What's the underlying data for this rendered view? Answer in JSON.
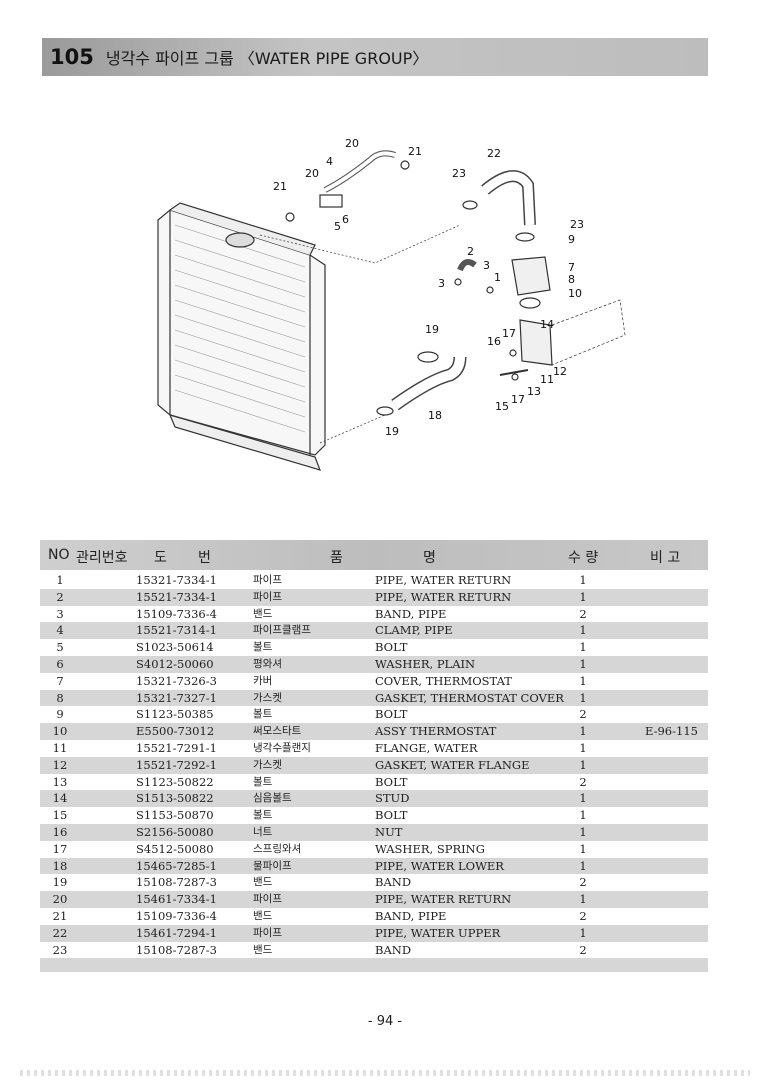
{
  "title": {
    "number": "105",
    "text": "냉각수 파이프 그룹 〈WATER PIPE GROUP〉"
  },
  "diagram": {
    "callouts": [
      "20",
      "21",
      "20",
      "4",
      "21",
      "6",
      "5",
      "22",
      "23",
      "23",
      "9",
      "7",
      "8",
      "10",
      "2",
      "3",
      "3",
      "1",
      "19",
      "17",
      "16",
      "14",
      "12",
      "11",
      "13",
      "15",
      "17",
      "18",
      "19"
    ]
  },
  "table": {
    "headers": {
      "no": "NO",
      "code": "관리번호",
      "part_a": "도",
      "part_b": "번",
      "name_a": "품",
      "name_b": "명",
      "qty": "수 량",
      "remark": "비 고"
    },
    "rows": [
      {
        "no": "1",
        "pn": "15321-7334-1",
        "kr": "파이프",
        "en": "PIPE, WATER RETURN",
        "qty": "1",
        "rm": ""
      },
      {
        "no": "2",
        "pn": "15521-7334-1",
        "kr": "파이프",
        "en": "PIPE, WATER RETURN",
        "qty": "1",
        "rm": ""
      },
      {
        "no": "3",
        "pn": "15109-7336-4",
        "kr": "밴드",
        "en": "BAND, PIPE",
        "qty": "2",
        "rm": ""
      },
      {
        "no": "4",
        "pn": "15521-7314-1",
        "kr": "파이프클램프",
        "en": "CLAMP, PIPE",
        "qty": "1",
        "rm": ""
      },
      {
        "no": "5",
        "pn": "S1023-50614",
        "kr": "볼트",
        "en": "BOLT",
        "qty": "1",
        "rm": ""
      },
      {
        "no": "6",
        "pn": "S4012-50060",
        "kr": "평와셔",
        "en": "WASHER, PLAIN",
        "qty": "1",
        "rm": ""
      },
      {
        "no": "7",
        "pn": "15321-7326-3",
        "kr": "카버",
        "en": "COVER, THERMOSTAT",
        "qty": "1",
        "rm": ""
      },
      {
        "no": "8",
        "pn": "15321-7327-1",
        "kr": "가스켓",
        "en": "GASKET, THERMOSTAT COVER",
        "qty": "1",
        "rm": ""
      },
      {
        "no": "9",
        "pn": "S1123-50385",
        "kr": "볼트",
        "en": "BOLT",
        "qty": "2",
        "rm": ""
      },
      {
        "no": "10",
        "pn": "E5500-73012",
        "kr": "써모스타트",
        "en": "ASSY THERMOSTAT",
        "qty": "1",
        "rm": "E-96-115"
      },
      {
        "no": "11",
        "pn": "15521-7291-1",
        "kr": "냉각수플랜지",
        "en": "FLANGE, WATER",
        "qty": "1",
        "rm": ""
      },
      {
        "no": "12",
        "pn": "15521-7292-1",
        "kr": "가스켓",
        "en": "GASKET, WATER FLANGE",
        "qty": "1",
        "rm": ""
      },
      {
        "no": "13",
        "pn": "S1123-50822",
        "kr": "볼트",
        "en": "BOLT",
        "qty": "2",
        "rm": ""
      },
      {
        "no": "14",
        "pn": "S1513-50822",
        "kr": "심음볼트",
        "en": "STUD",
        "qty": "1",
        "rm": ""
      },
      {
        "no": "15",
        "pn": "S1153-50870",
        "kr": "볼트",
        "en": "BOLT",
        "qty": "1",
        "rm": ""
      },
      {
        "no": "16",
        "pn": "S2156-50080",
        "kr": "너트",
        "en": "NUT",
        "qty": "1",
        "rm": ""
      },
      {
        "no": "17",
        "pn": "S4512-50080",
        "kr": "스프링와셔",
        "en": "WASHER, SPRING",
        "qty": "1",
        "rm": ""
      },
      {
        "no": "18",
        "pn": "15465-7285-1",
        "kr": "물파이프",
        "en": "PIPE, WATER LOWER",
        "qty": "1",
        "rm": ""
      },
      {
        "no": "19",
        "pn": "15108-7287-3",
        "kr": "밴드",
        "en": "BAND",
        "qty": "2",
        "rm": ""
      },
      {
        "no": "20",
        "pn": "15461-7334-1",
        "kr": "파이프",
        "en": "PIPE, WATER RETURN",
        "qty": "1",
        "rm": ""
      },
      {
        "no": "21",
        "pn": "15109-7336-4",
        "kr": "밴드",
        "en": "BAND, PIPE",
        "qty": "2",
        "rm": ""
      },
      {
        "no": "22",
        "pn": "15461-7294-1",
        "kr": "파이프",
        "en": "PIPE, WATER UPPER",
        "qty": "1",
        "rm": ""
      },
      {
        "no": "23",
        "pn": "15108-7287-3",
        "kr": "밴드",
        "en": "BAND",
        "qty": "2",
        "rm": ""
      }
    ]
  },
  "page_number": "- 94 -"
}
